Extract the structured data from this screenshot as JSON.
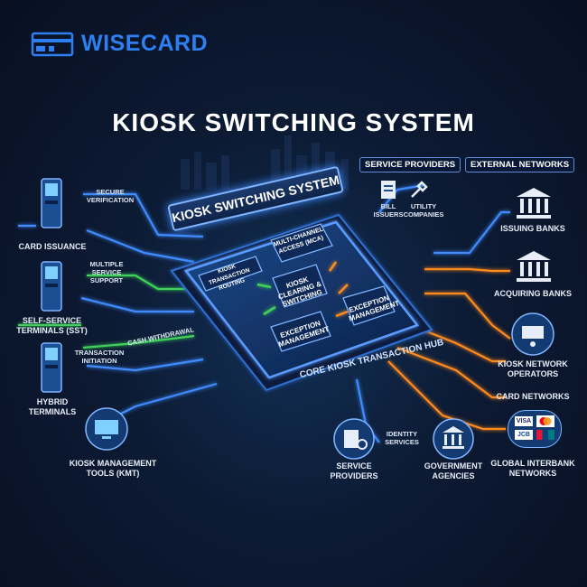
{
  "brand": {
    "name": "WISECARD"
  },
  "title": "KIOSK SWITCHING SYSTEM",
  "core": {
    "banner": "KIOSK SWITCHING SYSTEM",
    "hub_caption": "CORE KIOSK TRANSACTION HUB",
    "modules": {
      "routing": "KIOSK TRANSACTION ROUTING",
      "mca": "MULTI-CHANNEL ACCESS (MCA)",
      "clearing": "KIOSK CLEARING & SWITCHING",
      "exception_right": "EXCEPTION MANAGEMENT",
      "exception_left": "EXCEPTION MANAGEMENT"
    }
  },
  "left": {
    "secure_verification": "SECURE VERIFICATION",
    "card_issuance": "CARD ISSUANCE",
    "multiple_service": "MULTIPLE SERVICE SUPPORT",
    "self_service": "SELF-SERVICE TERMINALS (SST)",
    "transaction_initiation": "TRANSACTION INITIATION",
    "cash_withdrawal": "CASH WITHDRAWAL",
    "hybrid": "HYBRID TERMINALS",
    "kmt": "KIOSK MANAGEMENT TOOLS (KMT)"
  },
  "top_right": {
    "service_providers": "SERVICE PROVIDERS",
    "external_networks": "EXTERNAL NETWORKS",
    "bill_issuers": "BILL ISSUERS",
    "utility_companies": "UTILITY COMPANIES"
  },
  "right": {
    "issuing_banks": "ISSUING BANKS",
    "acquiring_banks": "ACQUIRING BANKS",
    "kiosk_network_operators": "KIOSK NETWORK OPERATORS",
    "card_networks": "CARD NETWORKS",
    "global_interbank": "GLOBAL INTERBANK NETWORKS"
  },
  "bottom": {
    "identity_services": "IDENTITY SERVICES",
    "service_providers": "SERVICE PROVIDERS",
    "government_agencies": "GOVERNMENT AGENCIES"
  },
  "card_brands": [
    "VISA",
    "JCB"
  ],
  "colors": {
    "accent_blue": "#3f8cff",
    "accent_orange": "#ff8a1f",
    "accent_green": "#3fd15a",
    "logo_blue": "#2e7ff0"
  }
}
